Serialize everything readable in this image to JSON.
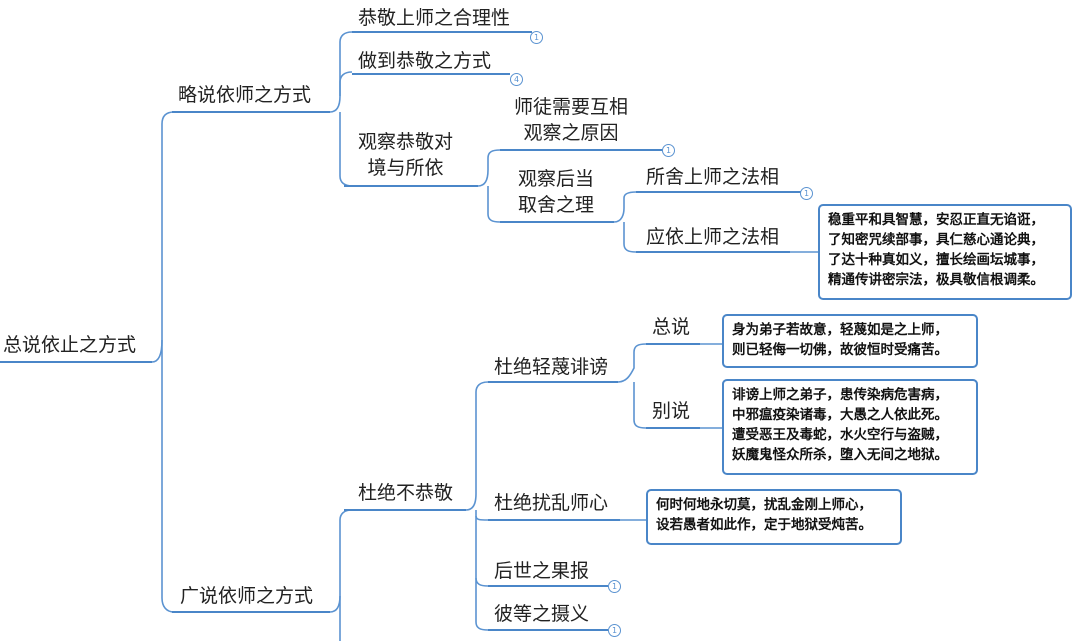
{
  "root": "总说依止之方式",
  "branches": {
    "brief": "略说依师之方式",
    "detailed": "广说依师之方式"
  },
  "brief_children": {
    "reasonable": "恭敬上师之合理性",
    "how_to": "做到恭敬之方式",
    "observe": [
      "观察恭敬对",
      "境与所依"
    ]
  },
  "observe_children": {
    "mutual": [
      "师徒需要互相",
      "观察之原因"
    ],
    "after": [
      "观察后当",
      "取舍之理"
    ]
  },
  "after_children": {
    "abandon": "所舍上师之法相",
    "rely": "应依上师之法相"
  },
  "rely_note": [
    "稳重平和具智慧，安忍正直无谄诳，",
    "了知密咒续部事，具仁慈心通论典，",
    "了达十种真如义，擅长绘画坛城事，",
    "精通传讲密宗法，极具敬信根调柔。"
  ],
  "detailed_children": {
    "avoid_disrespect": "杜绝不恭敬"
  },
  "avoid_children": {
    "slander": "杜绝轻蔑诽谤",
    "disturb": "杜绝扰乱师心",
    "karma": "后世之果报",
    "summary": "彼等之摄义"
  },
  "slander_children": {
    "general": "总说",
    "specific": "别说"
  },
  "general_note": [
    "身为弟子若故意，轻蔑如是之上师，",
    "则已轻侮一切佛，故彼恒时受痛苦。"
  ],
  "specific_note": [
    "诽谤上师之弟子，患传染病危害病，",
    "中邪瘟疫染诸毒，大愚之人依此死。",
    "遭受恶王及毒蛇，水火空行与盗贼，",
    "妖魔鬼怪众所杀，堕入无间之地狱。"
  ],
  "disturb_note": [
    "何时何地永切莫，扰乱金刚上师心，",
    "设若愚者如此作，定于地狱受炖苦。"
  ],
  "badges": {
    "reasonable": "1",
    "how_to": "4",
    "mutual": "1",
    "abandon": "1",
    "karma": "1",
    "summary": "1"
  },
  "colors": {
    "line": "#4a86c8",
    "badge": "#5b93d1"
  }
}
